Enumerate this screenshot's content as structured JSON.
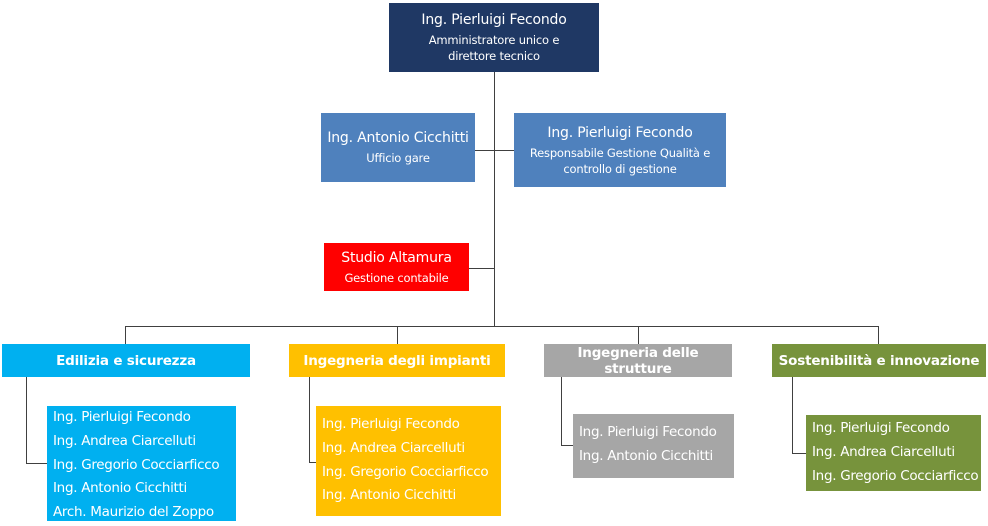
{
  "top": {
    "name": "Ing. Pierluigi Fecondo",
    "role_line1": "Amministratore unico e",
    "role_line2": "direttore tecnico",
    "color": "#1f3864"
  },
  "staff": {
    "gare": {
      "name": "Ing. Antonio Cicchitti",
      "role": "Ufficio gare",
      "color": "#4f81bd"
    },
    "qualita": {
      "name": "Ing. Pierluigi Fecondo",
      "role_line1": "Responsabile Gestione Qualità e",
      "role_line2": "controllo di gestione",
      "color": "#4f81bd"
    },
    "contabile": {
      "name": "Studio Altamura",
      "role": "Gestione contabile",
      "color": "#ff0000"
    }
  },
  "departments": [
    {
      "title": "Edilizia e sicurezza",
      "color": "#00b0f0",
      "members": [
        "Ing. Pierluigi Fecondo",
        "Ing. Andrea Ciarcelluti",
        "Ing. Gregorio Cocciarficco",
        "Ing. Antonio Cicchitti",
        "Arch. Maurizio del Zoppo"
      ]
    },
    {
      "title": "Ingegneria degli impianti",
      "color": "#ffc000",
      "members": [
        "Ing. Pierluigi Fecondo",
        "Ing. Andrea Ciarcelluti",
        "Ing. Gregorio Cocciarficco",
        "Ing. Antonio Cicchitti"
      ]
    },
    {
      "title": "Ingegneria delle strutture",
      "color": "#a6a6a6",
      "members": [
        "Ing. Pierluigi Fecondo",
        "Ing. Antonio Cicchitti"
      ]
    },
    {
      "title": "Sostenibilità e innovazione",
      "color": "#77933c",
      "members": [
        "Ing. Pierluigi Fecondo",
        "Ing. Andrea Ciarcelluti",
        "Ing. Gregorio Cocciarficco"
      ]
    }
  ]
}
